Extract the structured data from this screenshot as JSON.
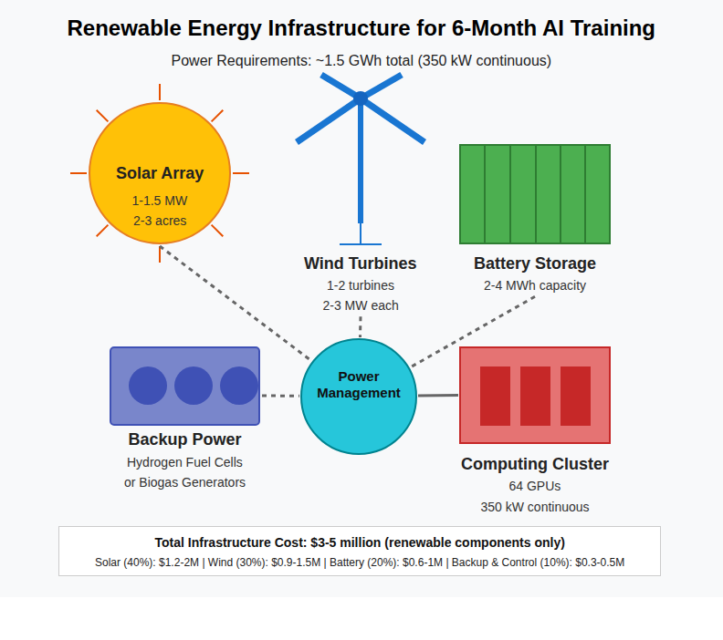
{
  "diagram": {
    "title": "Renewable Energy Infrastructure for 6-Month AI Training",
    "nodes": [
      {
        "text": [
          "Solar Array",
          "1-1.5 MW",
          "2-3 acres"
        ]
      },
      {
        "text": [
          "Wind Turbines",
          "1-2 turbines",
          "2-3 MW each"
        ]
      },
      {
        "text": [
          "Battery Storage",
          "2-4 MWh capacity"
        ]
      },
      {
        "text": [
          "Backup Power",
          "Hydrogen Fuel Cells",
          "or Biogas Generators"
        ]
      },
      {
        "text": [
          "Power Management"
        ]
      },
      {
        "text": [
          "Computing Cluster",
          "64 GPUs",
          "350 kW continuous"
        ]
      },
      {
        "text": [
          "Total Infrastructure Cost: $3-5 million (renewable components only)",
          "Solar (40%): $1.2-2M | Wind (30%): $0.9-1.5M | Battery (20%): $0.6-1M | Backup & Control (10%): $0.3-0.5M"
        ]
      }
    ],
    "edges": [
      {
        "from": 0,
        "to": 4,
        "arrow": "none"
      },
      {
        "from": 1,
        "to": 4,
        "arrow": "none"
      },
      {
        "from": 2,
        "to": 4,
        "arrow": "none"
      },
      {
        "from": 3,
        "to": 4,
        "arrow": "none"
      },
      {
        "from": 4,
        "to": 5,
        "arrow": "none"
      }
    ],
    "labels": [
      "Power Requirements: ~1.5 GWh total (350 kW continuous)"
    ]
  }
}
